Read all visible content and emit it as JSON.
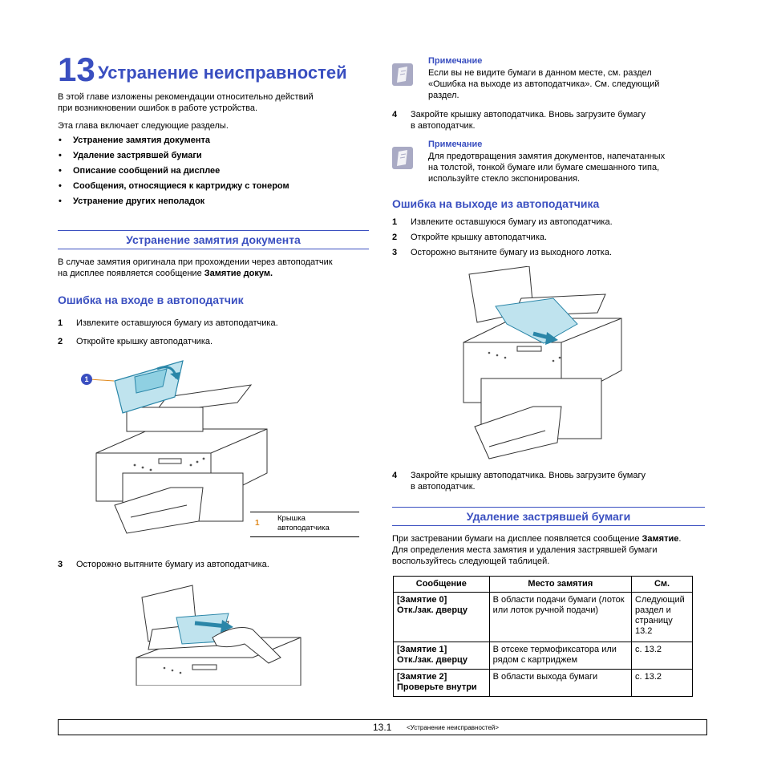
{
  "chapter": {
    "number": "13",
    "title": "Устранение неисправностей"
  },
  "intro": {
    "p1_line1": "В этой главе изложены рекомендации относительно действий",
    "p1_line2": "при возникновении ошибок в работе устройства.",
    "p2": "Эта глава включает следующие разделы.",
    "bullets": [
      "Устранение замятия документа",
      "Удаление застрявшей бумаги",
      "Описание сообщений на дисплее",
      "Сообщения, относящиеся к картриджу с тонером",
      "Устранение других неполадок"
    ]
  },
  "section1": {
    "title": "Устранение замятия документа",
    "p_line1": "В случае замятия оригинала при прохождении через автоподатчик",
    "p_line2_pre": "на дисплее появляется сообщение ",
    "p_line2_bold": "Замятие докум.",
    "sub": "Ошибка на входе в автоподатчик",
    "steps": [
      {
        "n": "1",
        "text": "Извлеките оставшуюся бумагу из автоподатчика."
      },
      {
        "n": "2",
        "text": "Откройте крышку автоподатчика."
      },
      {
        "n": "3",
        "text": "Осторожно вытяните бумагу из автоподатчика."
      }
    ],
    "callout_num": "1",
    "legend": {
      "num": "1",
      "line1": "Крышка",
      "line2": "автоподатчика"
    }
  },
  "right": {
    "note1": {
      "head": "Примечание",
      "lines": [
        "Если вы не видите бумаги в данном месте, см. раздел",
        "«Ошибка на выходе из автоподатчика». См. следующий",
        "раздел."
      ]
    },
    "step4a": {
      "n": "4",
      "line1": "Закройте крышку автоподатчика. Вновь загрузите бумагу",
      "line2": "в автоподатчик."
    },
    "note2": {
      "head": "Примечание",
      "lines": [
        "Для предотвращения замятия документов, напечатанных",
        "на толстой, тонкой бумаге или бумаге смешанного типа,",
        "используйте стекло экспонирования."
      ]
    },
    "sub": "Ошибка на выходе из автоподатчика",
    "steps": [
      {
        "n": "1",
        "text": "Извлеките оставшуюся бумагу из автоподатчика."
      },
      {
        "n": "2",
        "text": "Откройте крышку автоподатчика."
      },
      {
        "n": "3",
        "text": "Осторожно вытяните бумагу из выходного лотка."
      }
    ],
    "step4b": {
      "n": "4",
      "line1": "Закройте крышку автоподатчика. Вновь загрузите бумагу",
      "line2": "в автоподатчик."
    }
  },
  "section2": {
    "title": "Удаление застрявшей бумаги",
    "p_line1_pre": "При застревании бумаги на дисплее появляется сообщение ",
    "p_line1_bold": "Замятие",
    "p_line1_post": ".",
    "p_line2": "Для определения места замятия и удаления застрявшей бумаги",
    "p_line3": "воспользуйтесь следующей таблицей.",
    "table": {
      "headers": [
        "Сообщение",
        "Место замятия",
        "См."
      ],
      "rows": [
        {
          "msg1": "[Замятие 0]",
          "msg2": "Отк./зак. дверцу",
          "place": "В области подачи бумаги (лоток или лоток ручной подачи)",
          "see": "Следующий раздел и страницу 13.2"
        },
        {
          "msg1": "[Замятие 1]",
          "msg2": "Отк./зак. дверцу",
          "place": "В отсеке термофиксатора или рядом с картриджем",
          "see": "с. 13.2"
        },
        {
          "msg1": "[Замятие 2]",
          "msg2": "Проверьте внутри",
          "place": "В области выхода бумаги",
          "see": "с. 13.2"
        }
      ]
    }
  },
  "footer": {
    "page": "13.1",
    "chapter": "<Устранение неисправностей>"
  },
  "colors": {
    "accent": "#3a4fc0",
    "orange": "#e08a1e",
    "paper": "#bfe3ee"
  }
}
